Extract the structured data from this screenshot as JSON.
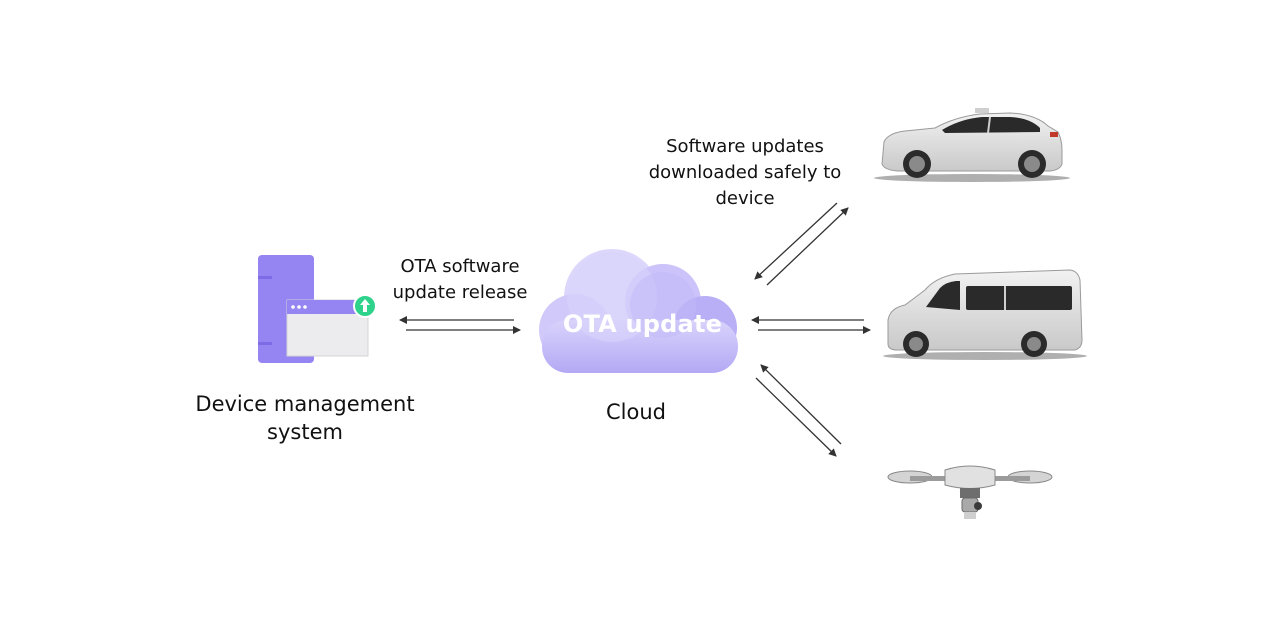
{
  "device_management": {
    "label": "Device management system"
  },
  "cloud": {
    "inner_label": "OTA update",
    "caption": "Cloud"
  },
  "release_link": {
    "label": "OTA software update release"
  },
  "download_link": {
    "label": "Software updates downloaded safely to device"
  },
  "devices": [
    {
      "name": "suv",
      "icon": "suv-icon"
    },
    {
      "name": "van",
      "icon": "van-icon"
    },
    {
      "name": "drone",
      "icon": "drone-icon"
    }
  ],
  "colors": {
    "server_purple": "#9585f2",
    "cloud_light": "#dcd6fb",
    "cloud_mid": "#b9b0f6",
    "badge_green": "#2fd28a",
    "arrow": "#333333"
  }
}
